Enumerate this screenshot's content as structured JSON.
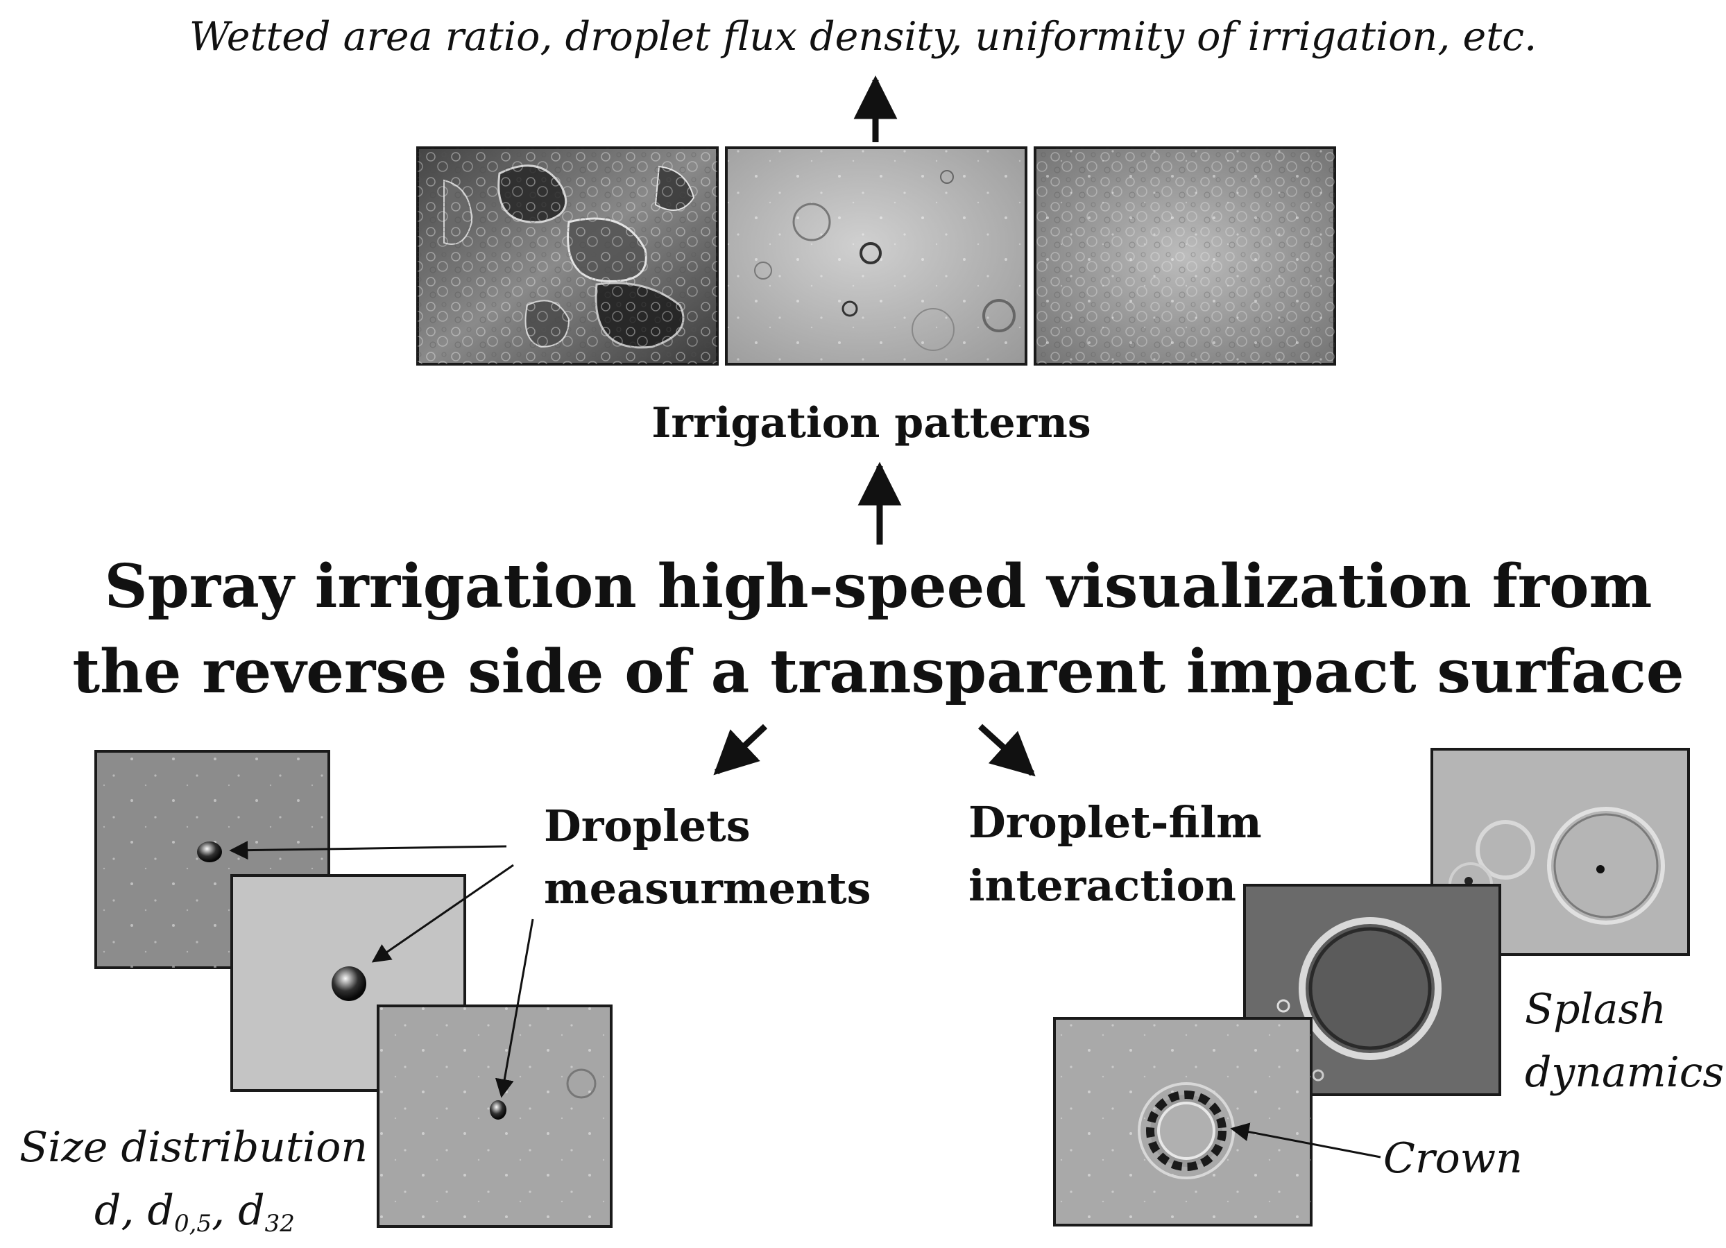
{
  "top_caption": "Wetted area ratio, droplet flux density, uniformity of irrigation, etc.",
  "patterns_label": "Irrigation patterns",
  "title": {
    "line1": "Spray irrigation high-speed visualization from",
    "line2": "the reverse side of a transparent impact surface"
  },
  "left_branch": {
    "label_line1": "Droplets",
    "label_line2": "measurments",
    "caption_line1": "Size distribution",
    "caption_d": "d, d",
    "caption_sub1": "0,5",
    "caption_comma": ", d",
    "caption_sub2": "32"
  },
  "right_branch": {
    "label_line1": "Droplet-film",
    "label_line2": "interaction",
    "crown_label": "Crown",
    "splash_line1": "Splash",
    "splash_line2": "dynamics"
  }
}
